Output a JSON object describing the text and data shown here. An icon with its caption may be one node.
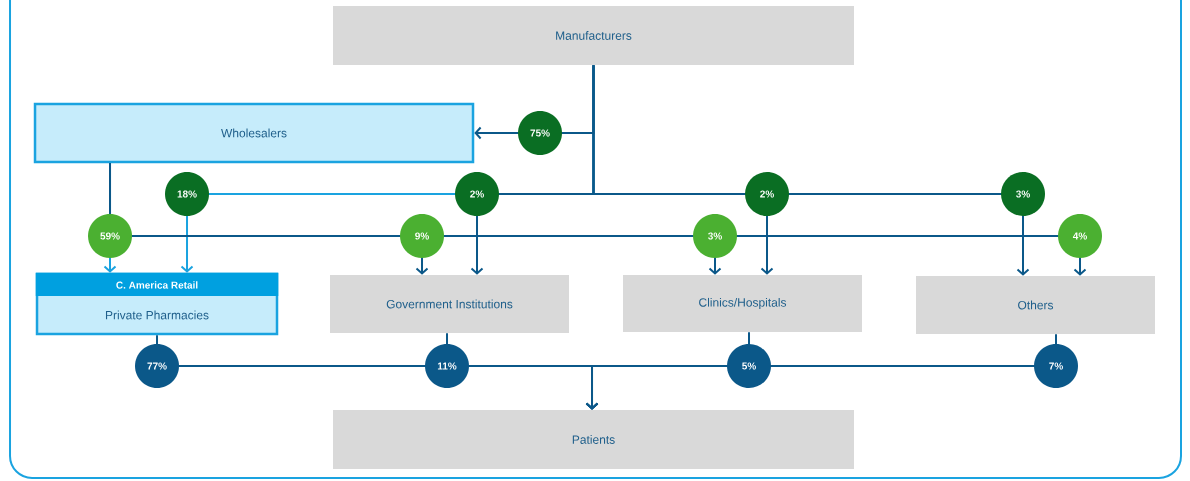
{
  "diagram": {
    "nodes": [
      {
        "text": [
          "Manufacturers"
        ]
      },
      {
        "text": [
          "Wholesalers"
        ]
      },
      {
        "text": [
          "C. America Retail",
          "Private Pharmacies"
        ]
      },
      {
        "text": [
          "Government Institutions"
        ]
      },
      {
        "text": [
          "Clinics/Hospitals"
        ]
      },
      {
        "text": [
          "Others"
        ]
      },
      {
        "text": [
          "Patients"
        ]
      }
    ],
    "edges": [
      {
        "from": 0,
        "to": 1,
        "arrow": "to",
        "label": "75%"
      },
      {
        "from": 0,
        "to": 2,
        "arrow": "to",
        "label": "18%",
        "color": "#1aa3e0"
      },
      {
        "from": 0,
        "to": 3,
        "arrow": "to",
        "label": "2%"
      },
      {
        "from": 0,
        "to": 4,
        "arrow": "to",
        "label": "2%"
      },
      {
        "from": 0,
        "to": 5,
        "arrow": "to",
        "label": "3%"
      },
      {
        "from": 1,
        "to": 2,
        "arrow": "to",
        "label": "59%",
        "color": "#1aa3e0"
      },
      {
        "from": 1,
        "to": 3,
        "arrow": "to",
        "label": "9%"
      },
      {
        "from": 1,
        "to": 4,
        "arrow": "to",
        "label": "3%"
      },
      {
        "from": 1,
        "to": 5,
        "arrow": "to",
        "label": "4%"
      },
      {
        "from": 2,
        "to": 6,
        "arrow": "to",
        "label": "77%"
      },
      {
        "from": 3,
        "to": 6,
        "arrow": "to",
        "label": "11%"
      },
      {
        "from": 4,
        "to": 6,
        "arrow": "to",
        "label": "5%"
      },
      {
        "from": 5,
        "to": 6,
        "arrow": "to",
        "label": "7%"
      }
    ]
  }
}
